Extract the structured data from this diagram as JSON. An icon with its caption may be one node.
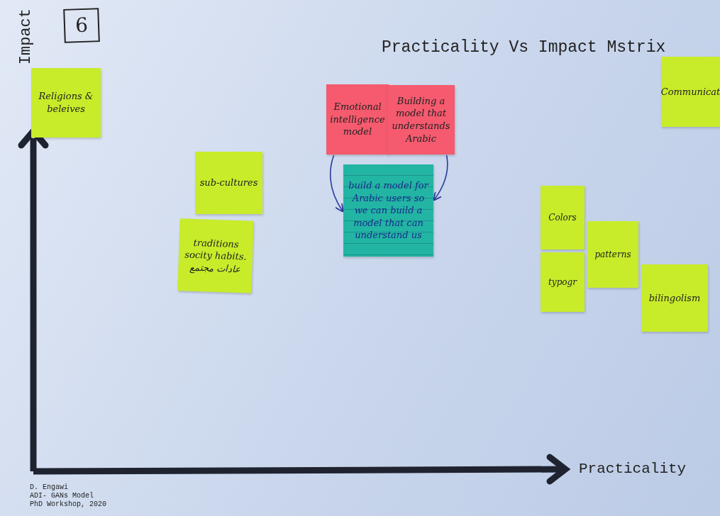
{
  "diagram": {
    "title": "Practicality Vs Impact Mstrix",
    "nodes": [
      {
        "text": [
          "6"
        ]
      },
      {
        "text": [
          "Religions & beleives"
        ]
      },
      {
        "text": [
          "Emotional intelligence model"
        ]
      },
      {
        "text": [
          "Building a model that understands Arabic"
        ]
      },
      {
        "text": [
          "Communicat"
        ]
      },
      {
        "text": [
          "sub-cultures"
        ]
      },
      {
        "text": [
          "build a model for Arabic users so we can build a model that can understand us"
        ]
      },
      {
        "text": [
          "traditions socity habits. عادات مجتمع"
        ]
      },
      {
        "text": [
          "Colors"
        ]
      },
      {
        "text": [
          "patterns"
        ]
      },
      {
        "text": [
          "typogr"
        ]
      },
      {
        "text": [
          "bilingolism"
        ]
      }
    ],
    "edges": [
      {
        "from": 2,
        "to": 6,
        "arrow": "to",
        "color": "#2a3a9a"
      },
      {
        "from": 3,
        "to": 6,
        "arrow": "to",
        "color": "#2a3a9a"
      }
    ],
    "labels": [
      "Impact",
      "Practicality",
      "D. Engawi",
      "ADI- GANs Model",
      "PhD Workshop, 2020"
    ]
  }
}
